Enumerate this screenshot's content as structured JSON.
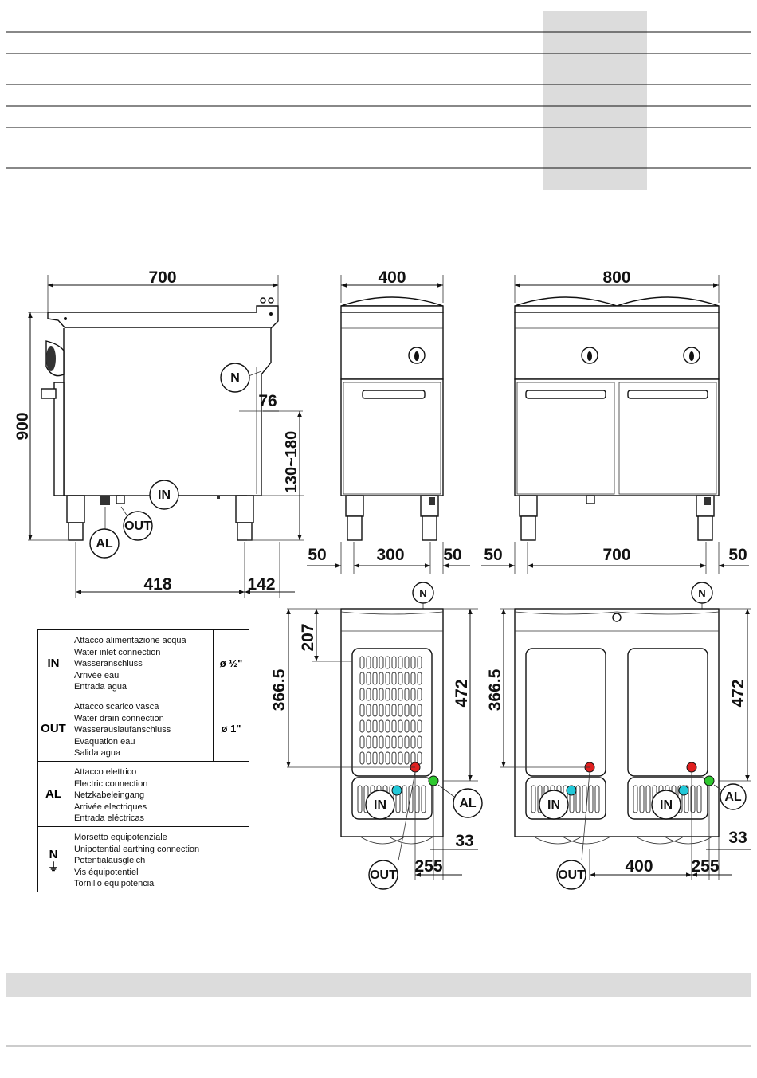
{
  "header": {
    "rows": 6,
    "bottom_band": "grey"
  },
  "side_view": {
    "width": "700",
    "height": "900",
    "depth_top": "76",
    "drain_range": "130~180",
    "leg_span": "418",
    "leg_offset": "142",
    "callouts": {
      "n": "N",
      "in": "IN",
      "out": "OUT",
      "al": "AL"
    }
  },
  "front_single": {
    "width": "400",
    "margin_left": "50",
    "span": "300",
    "margin_right": "50"
  },
  "front_double": {
    "width": "800",
    "margin_left": "50",
    "span": "700",
    "margin_right": "50"
  },
  "top_single": {
    "dim_207": "207",
    "dim_366": "366.5",
    "dim_472": "472",
    "dim_33": "33",
    "dim_255": "255",
    "callouts": {
      "n": "N",
      "in": "IN",
      "out": "OUT",
      "al": "AL"
    }
  },
  "top_double": {
    "dim_366": "366.5",
    "dim_472": "472",
    "dim_33": "33",
    "dim_400": "400",
    "dim_255": "255",
    "callouts": {
      "n": "N",
      "in1": "IN",
      "in2": "IN",
      "out": "OUT",
      "al": "AL"
    }
  },
  "legend": {
    "rows": [
      {
        "code": "IN",
        "lines": [
          "Attacco alimentazione acqua",
          "Water inlet connection",
          "Wasseranschluss",
          "Arrivée eau",
          "Entrada agua"
        ],
        "size": "ø ½\""
      },
      {
        "code": "OUT",
        "lines": [
          "Attacco scarico vasca",
          "Water drain connection",
          "Wasserauslaufanschluss",
          "Evaquation eau",
          "Salida agua"
        ],
        "size": "ø 1\""
      },
      {
        "code": "AL",
        "lines": [
          "Attacco elettrico",
          "Electric connection",
          "Netzkabeleingang",
          "Arrivée electriques",
          "Entrada eléctricas"
        ],
        "size": ""
      },
      {
        "code": "N",
        "symbol": "⏚",
        "lines": [
          "Morsetto equipotenziale",
          "Unipotential earthing connection",
          "Potentialausgleich",
          "Vis équipotentiel",
          "Tornillo equipotencial"
        ],
        "size": ""
      }
    ]
  },
  "colors": {
    "in_dot": "#22c8d8",
    "out_dot": "#e02020",
    "al_dot": "#2ec82e",
    "grey_band": "#dcdcdc"
  }
}
